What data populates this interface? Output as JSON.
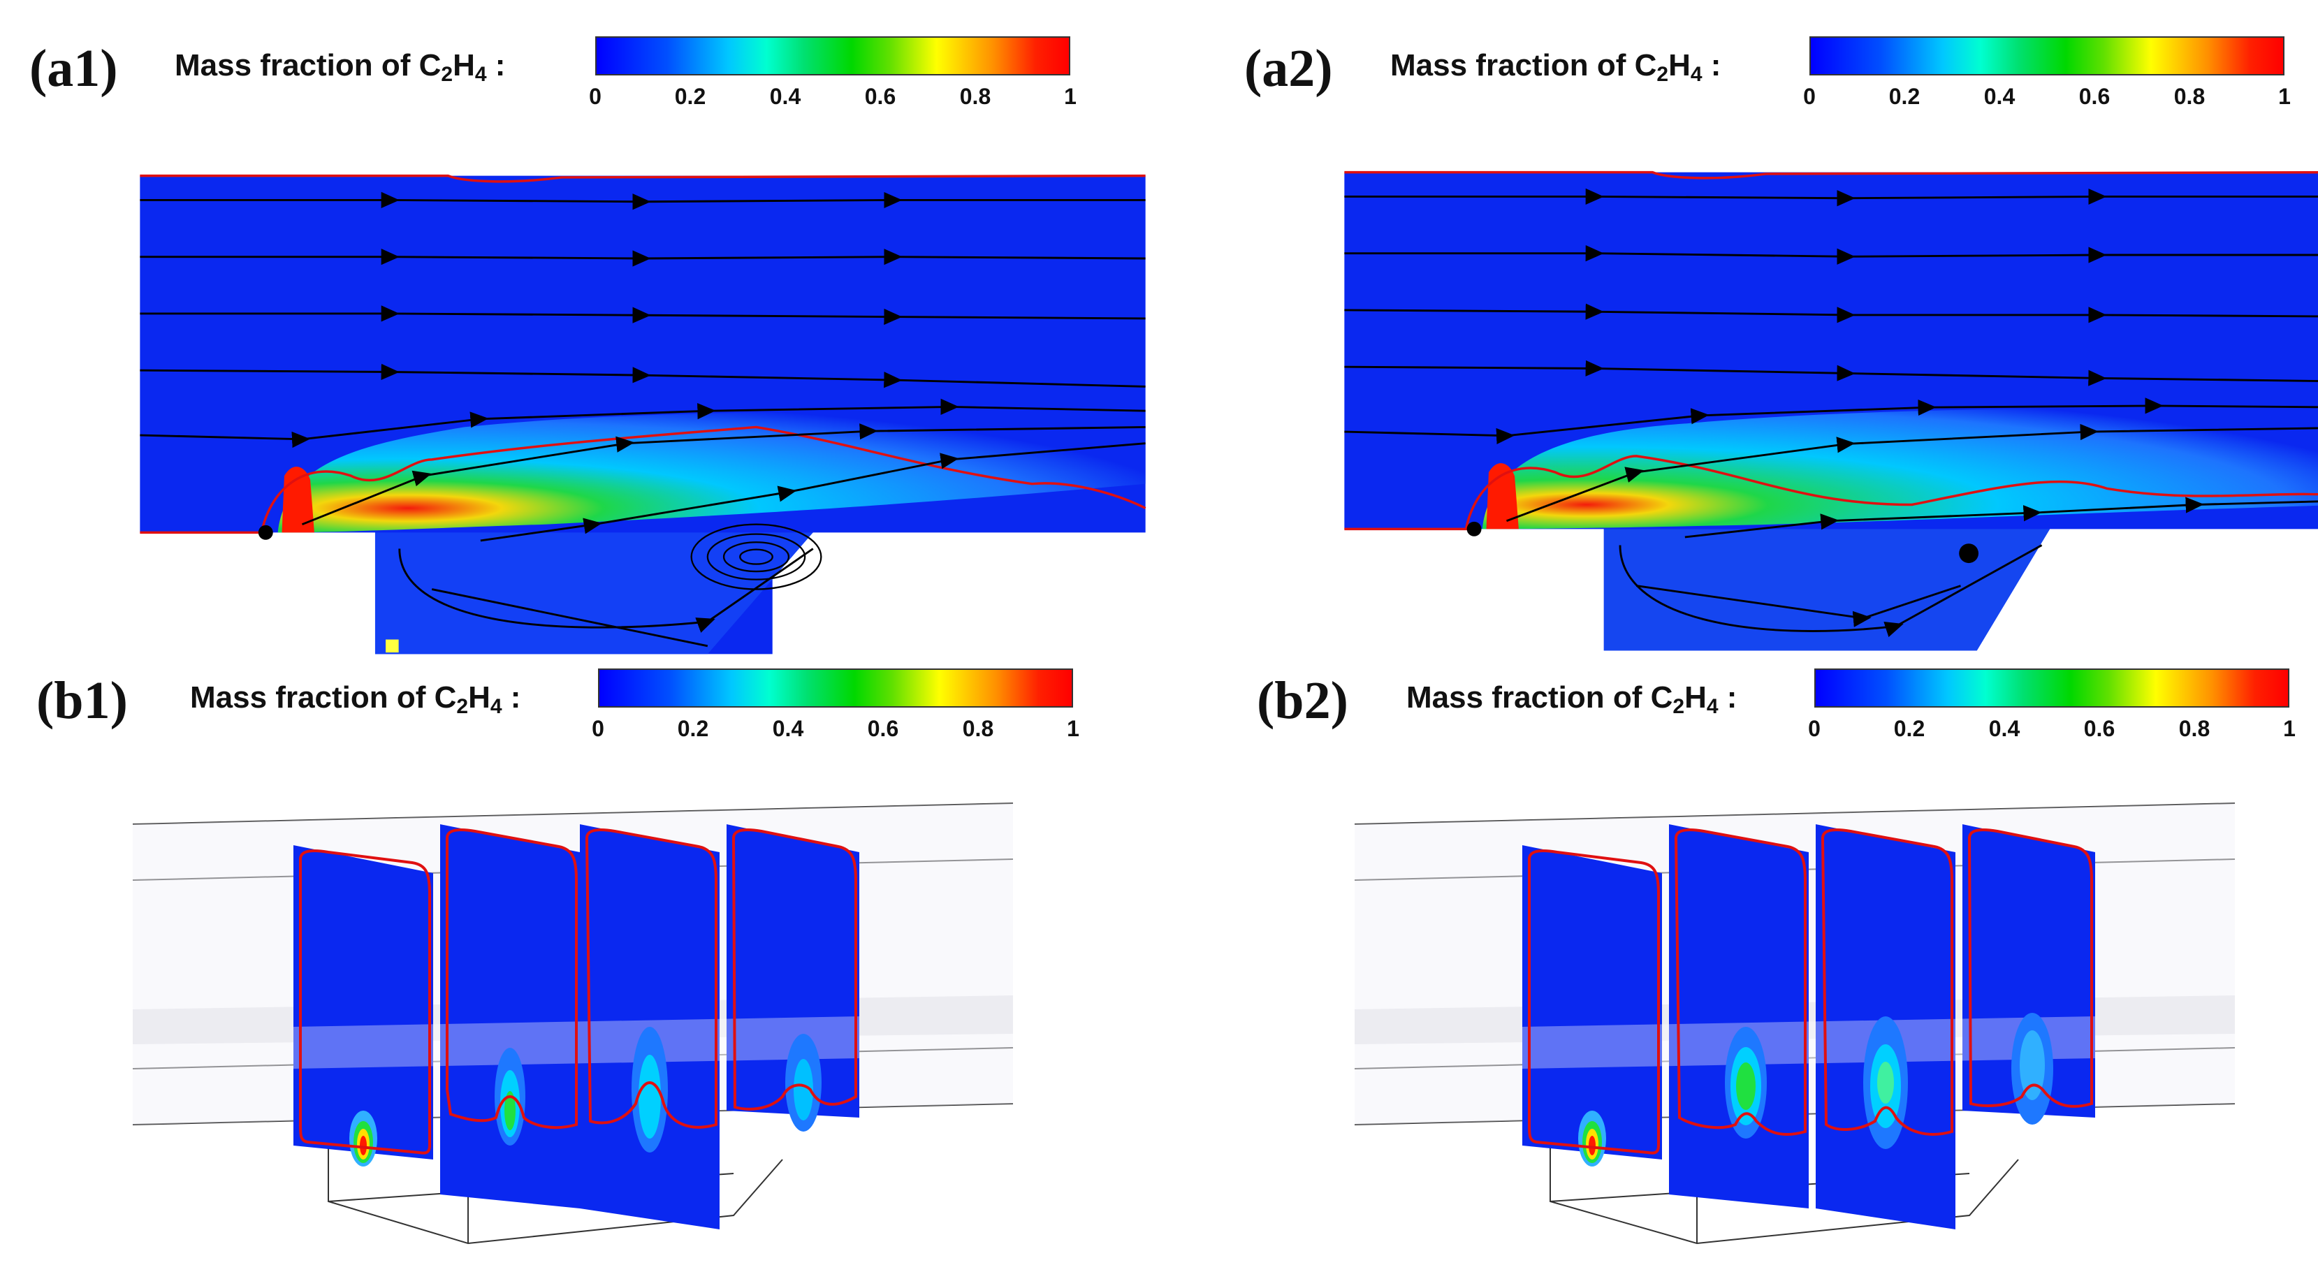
{
  "panels": [
    {
      "id": "a1",
      "label": "(a1)",
      "colorbar_title": "Mass fraction of C",
      "colorbar_sub1": "2",
      "colorbar_mid": "H",
      "colorbar_sub2": "4",
      "colorbar_suffix": " :"
    },
    {
      "id": "a2",
      "label": "(a2)",
      "colorbar_title": "Mass fraction of C",
      "colorbar_sub1": "2",
      "colorbar_mid": "H",
      "colorbar_sub2": "4",
      "colorbar_suffix": " :"
    },
    {
      "id": "b1",
      "label": "(b1)",
      "colorbar_title": "Mass fraction of C",
      "colorbar_sub1": "2",
      "colorbar_mid": "H",
      "colorbar_sub2": "4",
      "colorbar_suffix": " :"
    },
    {
      "id": "b2",
      "label": "(b2)",
      "colorbar_title": "Mass fraction of C",
      "colorbar_sub1": "2",
      "colorbar_mid": "H",
      "colorbar_sub2": "4",
      "colorbar_suffix": " :"
    }
  ],
  "colorbar_ticks": [
    "0",
    "0.2",
    "0.4",
    "0.6",
    "0.8",
    "1"
  ],
  "colors": {
    "background_field": "#0a28f0",
    "contour_line": "#e01010",
    "streamline": "#000000",
    "fuel_core": "#ff1a00"
  }
}
